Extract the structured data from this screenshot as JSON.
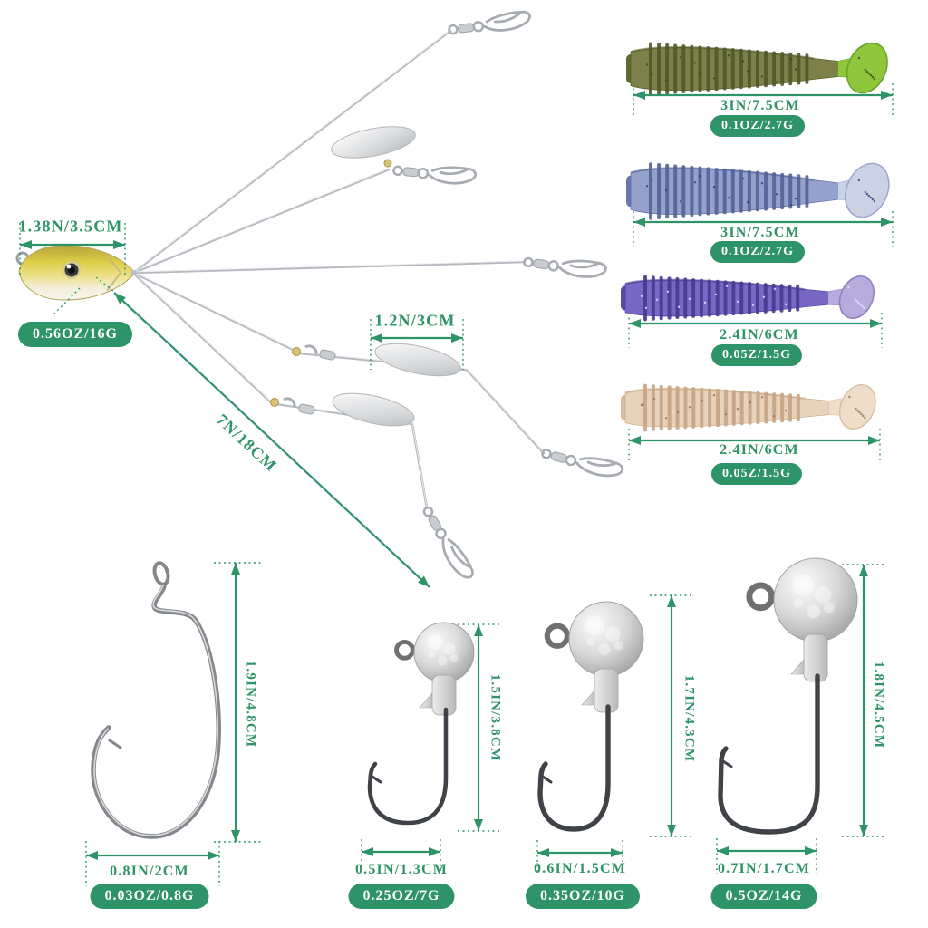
{
  "colors": {
    "annotation_green": "#2e9468",
    "pill_text": "#ffffff",
    "wire_silver": "#b6bac0",
    "fish_head_back": "#d9c83f",
    "fish_head_belly": "#f6f3e8"
  },
  "umbrella_rig": {
    "head_length": "1.38N/3.5CM",
    "head_weight": "0.56OZ/16G",
    "blade_length": "1.2N/3CM",
    "arm_length": "7N/18CM"
  },
  "soft_baits": [
    {
      "name": "green paddle tail swimbait",
      "length": "3IN/7.5CM",
      "weight": "0.1OZ/2.7G",
      "colors": {
        "nose": "#5d6b33",
        "body": "#7d8149",
        "rib": "#50592a",
        "tail": "#8fc63c",
        "tail_edge": "#68a02c",
        "speckle": "#36401c"
      }
    },
    {
      "name": "blue paddle tail swimbait",
      "length": "3IN/7.5CM",
      "weight": "0.1OZ/2.7G",
      "colors": {
        "nose": "#6a79ab",
        "body": "#94a1ca",
        "rib": "#54629a",
        "tail": "#ccd2e6",
        "tail_edge": "#9aa5cc",
        "speckle": "#2e3d72"
      }
    },
    {
      "name": "purple paddle tail swimbait",
      "length": "2.4IN/6CM",
      "weight": "0.05Z/1.5G",
      "colors": {
        "nose": "#5a4aa5",
        "body": "#7967c5",
        "rib": "#483a8f",
        "tail": "#b6abdc",
        "tail_edge": "#8d7fc4",
        "speckle": "#efeaff"
      }
    },
    {
      "name": "cream paddle tail swimbait",
      "length": "2.4IN/6CM",
      "weight": "0.05Z/1.5G",
      "colors": {
        "nose": "#d9bd9f",
        "body": "#e7d2ba",
        "rib": "#c7a584",
        "tail": "#eeddc9",
        "tail_edge": "#d8bfa4",
        "speckle": "#8f6f52"
      }
    }
  ],
  "worm_hook": {
    "height": "1.9IN/4.8CM",
    "width": "0.8IN/2CM",
    "weight": "0.03OZ/0.8G"
  },
  "jig_heads": [
    {
      "height": "1.5IN/3.8CM",
      "width": "0.5IN/1.3CM",
      "weight": "0.25OZ/7G"
    },
    {
      "height": "1.7IN/4.3CM",
      "width": "0.6IN/1.5CM",
      "weight": "0.35OZ/10G"
    },
    {
      "height": "1.8IN/4.5CM",
      "width": "0.7IN/1.7CM",
      "weight": "0.5OZ/14G"
    }
  ]
}
